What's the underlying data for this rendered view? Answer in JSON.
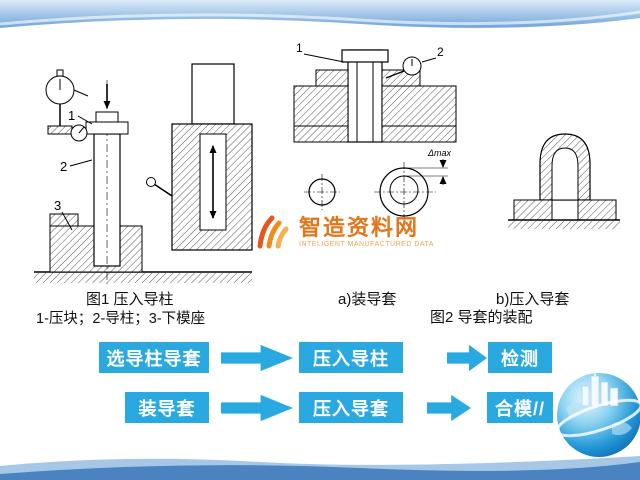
{
  "colors": {
    "flow_accent": "#29a9e0",
    "watermark_orange": "#e2761b",
    "wave_blue": "#6ea3d8"
  },
  "figure1": {
    "caption": "图1 压入导柱",
    "legend": "1-压块；2-导柱；3-下模座",
    "labels": {
      "l1": "1",
      "l2": "2",
      "l3": "3"
    }
  },
  "figure2": {
    "caption_a": "a)装导套",
    "caption_b": "b)压入导套",
    "caption": "图2 导套的装配",
    "labels": {
      "l1": "1",
      "l2": "2",
      "delta": "Δmax"
    }
  },
  "watermark": {
    "title": "智造资料网",
    "subtitle": "INTELIGENT MANUFACTURED DATA"
  },
  "flowchart": {
    "row1": [
      "选导柱导套",
      "压入导柱",
      "检测"
    ],
    "row2": [
      "装导套",
      "压入导套",
      "合模//"
    ]
  }
}
